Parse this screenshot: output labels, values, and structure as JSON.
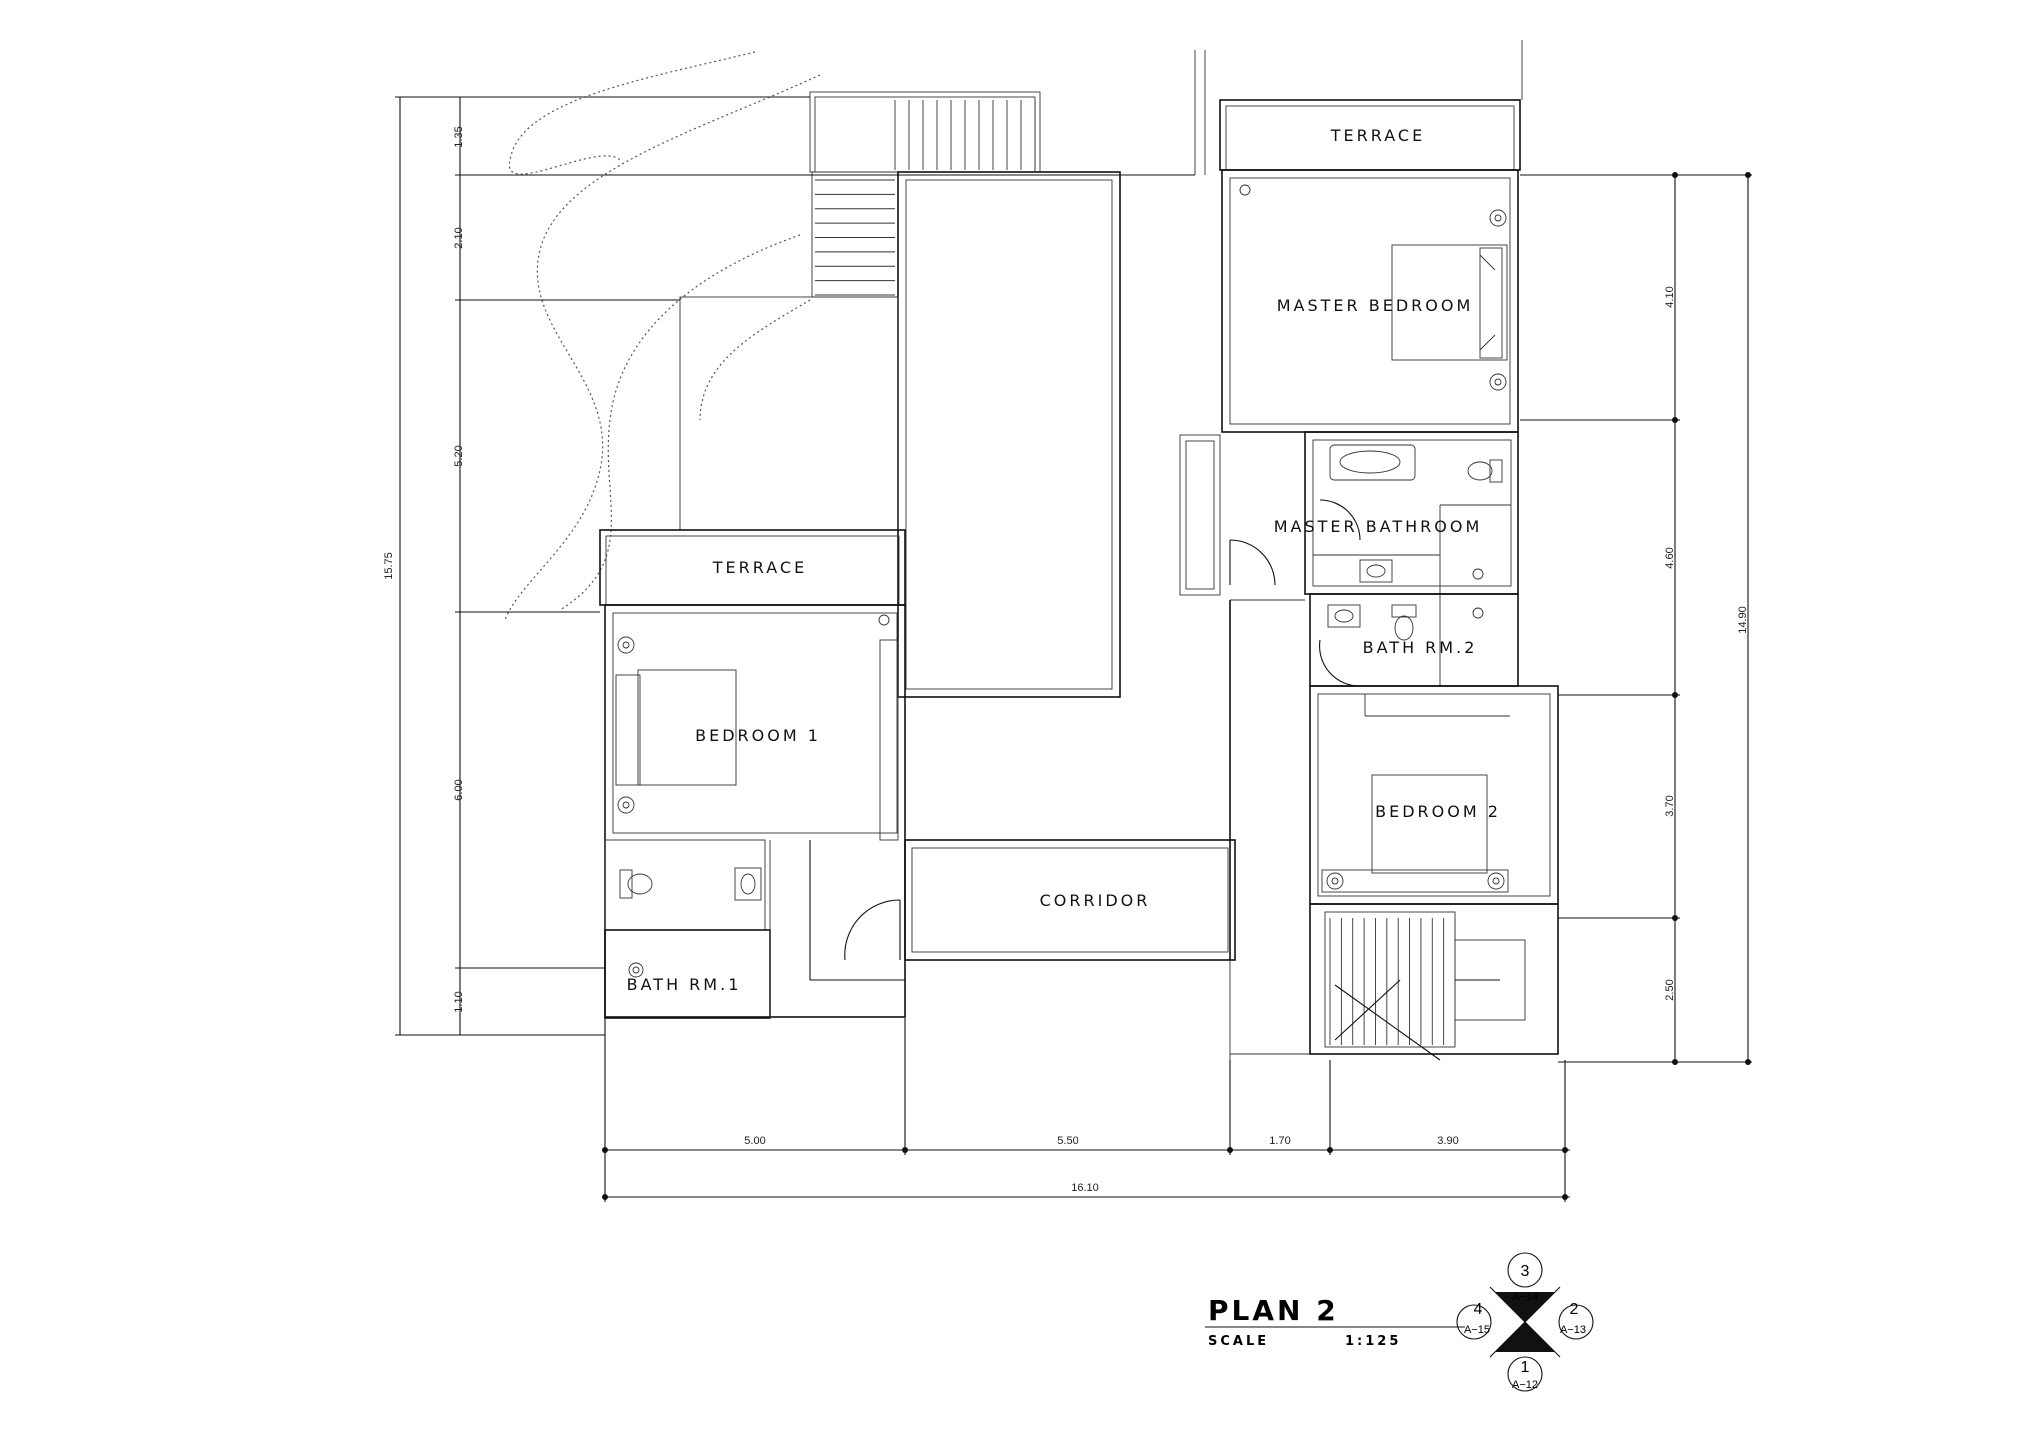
{
  "plan": {
    "title": "PLAN 2",
    "scale_label": "SCALE",
    "scale_value": "1:125"
  },
  "rooms": {
    "terrace_master": "TERRACE",
    "terrace_bedroom1": "TERRACE",
    "master_bedroom": "MASTER BEDROOM",
    "master_bathroom": "MASTER BATHROOM",
    "bath_rm2": "BATH RM.2",
    "bedroom1": "BEDROOM 1",
    "bedroom2": "BEDROOM 2",
    "corridor": "CORRIDOR",
    "bath_rm1": "BATH RM.1"
  },
  "dimensions": {
    "left": [
      "1.35",
      "2.10",
      "5.20",
      "6.00",
      "1.10"
    ],
    "left_total": "15.75",
    "right": [
      "4.10",
      "4.60",
      "3.70",
      "2.50"
    ],
    "right_total": "14.90",
    "bottom": [
      "5.00",
      "5.50",
      "1.70",
      "3.90"
    ],
    "bottom_total": "16.10"
  },
  "section_symbol": {
    "top_num": "3",
    "top_ref": "A−14",
    "right_num": "2",
    "right_ref": "A−13",
    "bottom_num": "1",
    "bottom_ref": "A−12",
    "left_num": "4",
    "left_ref": "A−15"
  }
}
